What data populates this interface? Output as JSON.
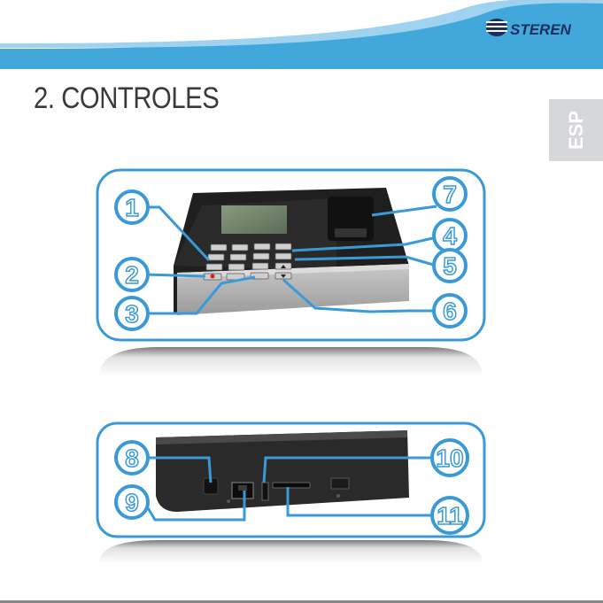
{
  "header": {
    "brand": "STEREN",
    "bar_color": "#42a8dc",
    "wave_color": "#ffffff"
  },
  "page": {
    "title": "2. CONTROLES",
    "language_tab": "ESP",
    "accent_color": "#3a9ad8"
  },
  "callouts": {
    "n1": "1",
    "n2": "2",
    "n3": "3",
    "n4": "4",
    "n5": "5",
    "n6": "6",
    "n7": "7",
    "n8": "8",
    "n9": "9",
    "n10": "10",
    "n11": "11"
  },
  "icons": {
    "brand_logo": "steren-stripes-logo",
    "cancel_key": "red-x-key",
    "up_key": "up-arrow-key",
    "down_key": "down-arrow-key"
  }
}
